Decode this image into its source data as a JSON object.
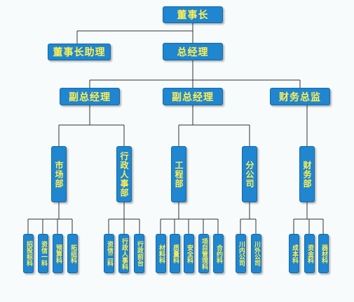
{
  "org": {
    "chairman": "董事长",
    "chairman_assistant": "董事长助理",
    "general_manager": "总经理",
    "deputy_gm_1": "副总经理",
    "deputy_gm_2": "副总经理",
    "cfo": "财务总监",
    "depts": {
      "market": "市场部",
      "admin_hr": "行政人事部",
      "engineering": "工程部",
      "branch": "分公司",
      "finance": "财务部"
    },
    "sections": {
      "market": [
        "招投标科",
        "资信一科",
        "预算科",
        "拓组科"
      ],
      "admin_hr": [
        "资信二科",
        "行政人事科",
        "行政前台"
      ],
      "engineering": [
        "材料科",
        "质量科",
        "安全科",
        "项目管理科",
        "合约科"
      ],
      "branch": [
        "川内公司",
        "川外公司"
      ],
      "finance": [
        "成本科",
        "资金科",
        "器材科"
      ]
    }
  },
  "colors": {
    "box": "#1f86cf",
    "text": "#ffee55",
    "line": "#333333",
    "background": "#f7fbfb"
  }
}
